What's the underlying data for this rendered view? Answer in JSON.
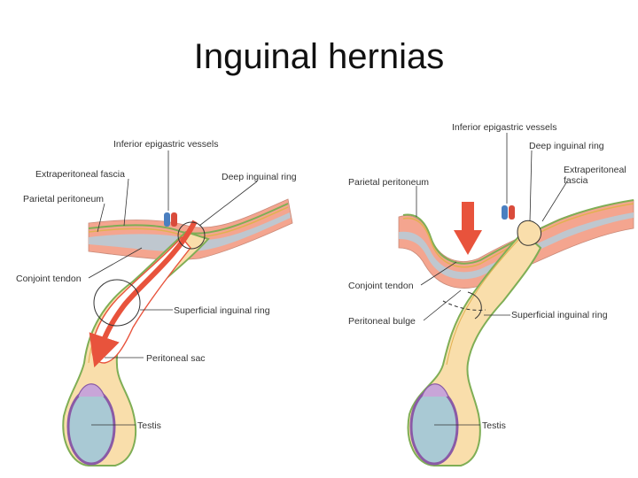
{
  "title": "Inguinal hernias",
  "colors": {
    "fat": "#f9deab",
    "fascia_green": "#7fae55",
    "muscle_pink": "#f4a58f",
    "peritoneum_blue": "#b9cbd6",
    "testis_fill": "#a9c9d4",
    "testis_border": "#8a5aa6",
    "arrow": "#e8533c",
    "artery_red": "#d94b3b",
    "vein_blue": "#4a7fc0"
  },
  "left_diagram": {
    "labels": {
      "inferior_epigastric_vessels": "Inferior epigastric vessels",
      "extraperitoneal_fascia": "Extraperitoneal fascia",
      "deep_inguinal_ring": "Deep inguinal ring",
      "parietal_peritoneum": "Parietal peritoneum",
      "conjoint_tendon": "Conjoint tendon",
      "superficial_inguinal_ring": "Superficial inguinal ring",
      "peritoneal_sac": "Peritoneal sac",
      "testis": "Testis"
    }
  },
  "right_diagram": {
    "labels": {
      "inferior_epigastric_vessels": "Inferior epigastric vessels",
      "deep_inguinal_ring": "Deep inguinal ring",
      "extraperitoneal_fascia_line1": "Extraperitoneal",
      "extraperitoneal_fascia_line2": "fascia",
      "parietal_peritoneum": "Parietal peritoneum",
      "conjoint_tendon": "Conjoint tendon",
      "peritoneal_bulge": "Peritoneal bulge",
      "superficial_inguinal_ring": "Superficial inguinal ring",
      "testis": "Testis"
    }
  }
}
